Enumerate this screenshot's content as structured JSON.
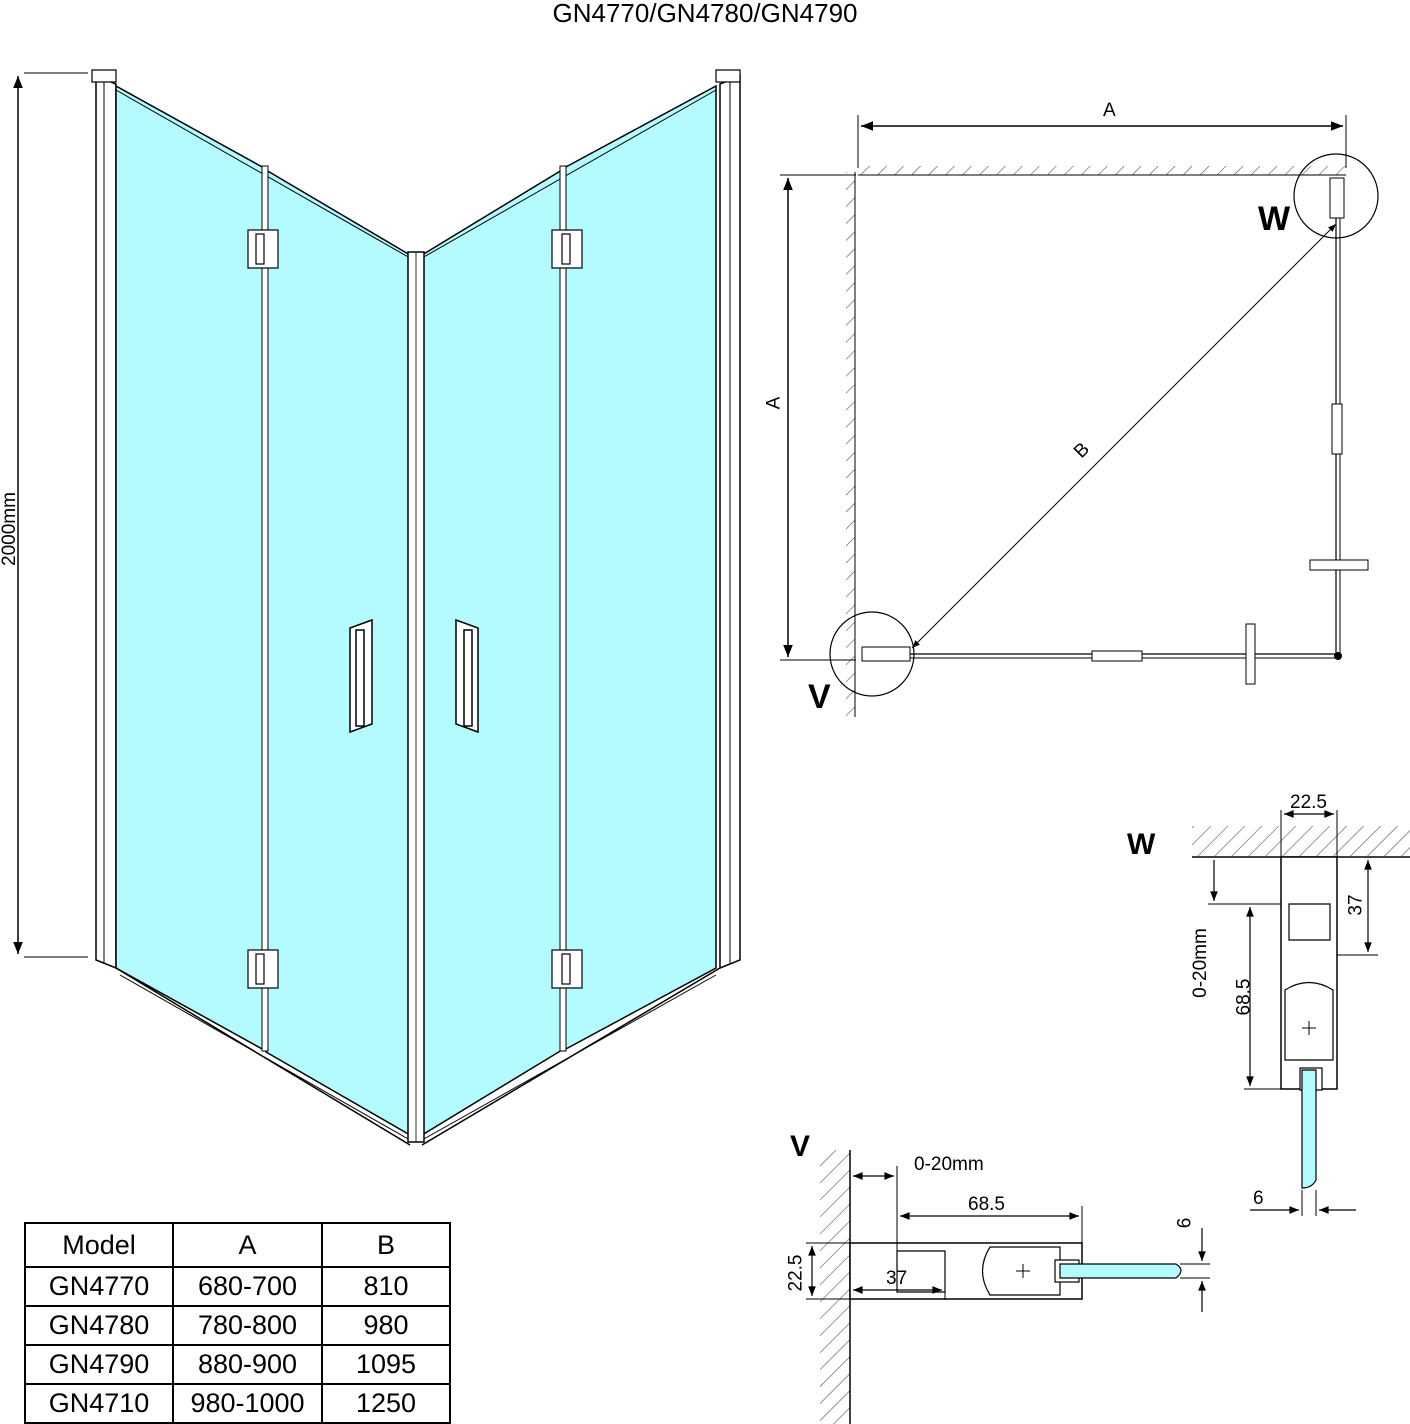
{
  "title": "GN4770/GN4780/GN4790",
  "perspective": {
    "height_label": "2000mm",
    "glass_color": "#b3fbff"
  },
  "plan": {
    "dim_a_top": "A",
    "dim_a_side": "A",
    "dim_b": "B",
    "detail_w": "W",
    "detail_v": "V"
  },
  "detail_w": {
    "title": "W",
    "dim_width": "22.5",
    "dim_37": "37",
    "dim_adjust": "0-20mm",
    "dim_685": "68.5",
    "dim_glass": "6"
  },
  "detail_v": {
    "title": "V",
    "dim_adjust": "0-20mm",
    "dim_685": "68.5",
    "dim_width": "22.5",
    "dim_37": "37",
    "dim_glass": "6"
  },
  "table": {
    "headers": [
      "Model",
      "A",
      "B"
    ],
    "rows": [
      [
        "GN4770",
        "680-700",
        "810"
      ],
      [
        "GN4780",
        "780-800",
        "980"
      ],
      [
        "GN4790",
        "880-900",
        "1095"
      ],
      [
        "GN4710",
        "980-1000",
        "1250"
      ]
    ]
  }
}
